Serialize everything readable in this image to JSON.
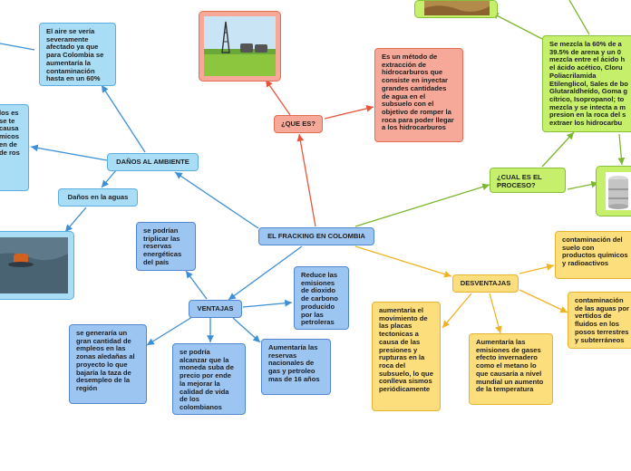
{
  "root": {
    "label": "EL FRACKING EN COLOMBIA"
  },
  "que_es": {
    "label": "¿QUE ES?",
    "text": "Es un método de extracción de hidrocarburos que consiste en inyectar grandes cantidades de agua en el subsuelo con el objetivo de romper la roca para poder llegar a los hidrocarburos"
  },
  "cual_es": {
    "label": "¿CUAL ES EL PROCESO?",
    "text": "Se mezcla la 60% de a 39.5% de arena y un 0 mezcla entre el ácido h el ácido acético, Cloru Poliacrilamida Etilenglicol, Sales de bo Glutaraldheído, Goma g cítrico, Isopropanol; to mezcla y se intecta a m presion en la roca del s extraer los hidrocarbu"
  },
  "danos": {
    "label": "DAÑOS AL AMBIENTE",
    "aire": "El aire se vería severamente afectado ya que para Colombia se aumentaría la contaminación hasta en un 60%",
    "aguas_label": "Daños en la aguas",
    "left_text": "los es se te causa micos en de de ros"
  },
  "ventajas": {
    "label": "VENTAJAS",
    "items": [
      "se podrían triplicar las reservas energéticas del país",
      "Reduce las emisiones de dioxido de carbono producido por las petroleras",
      "se generaría un gran cantidad de empleos en las zonas aledañas al proyecto lo que bajaría la taza de desempleo de la región",
      "se podría alcanzar que la moneda suba de precio por ende la mejorar la calidad de vida de los colombianos",
      "Aumentaría las reservas nacionales de gas y petroleo mas de 16 años"
    ]
  },
  "desventajas": {
    "label": "DESVENTAJAS",
    "items": [
      "contaminación del suelo con productos químicos y radioactivos",
      "contaminación de las aguas por vertidos de fluidos en los posos terrestres y subterráneos",
      "aumentaría el movimiento de las placas tectonicas a causa de las presiones y rupturas en la roca del subsuelo, lo que conlleva sismos periódicamente",
      "Aumentaría las emisiones de gases efecto invernadero como el metano lo que causaría a nivel mundial un aumento de la temperatura"
    ]
  },
  "colors": {
    "line_blue": "#3d8fd6",
    "line_salmon": "#e8553a",
    "line_green": "#7cb82f",
    "line_yellow": "#f0b323"
  }
}
